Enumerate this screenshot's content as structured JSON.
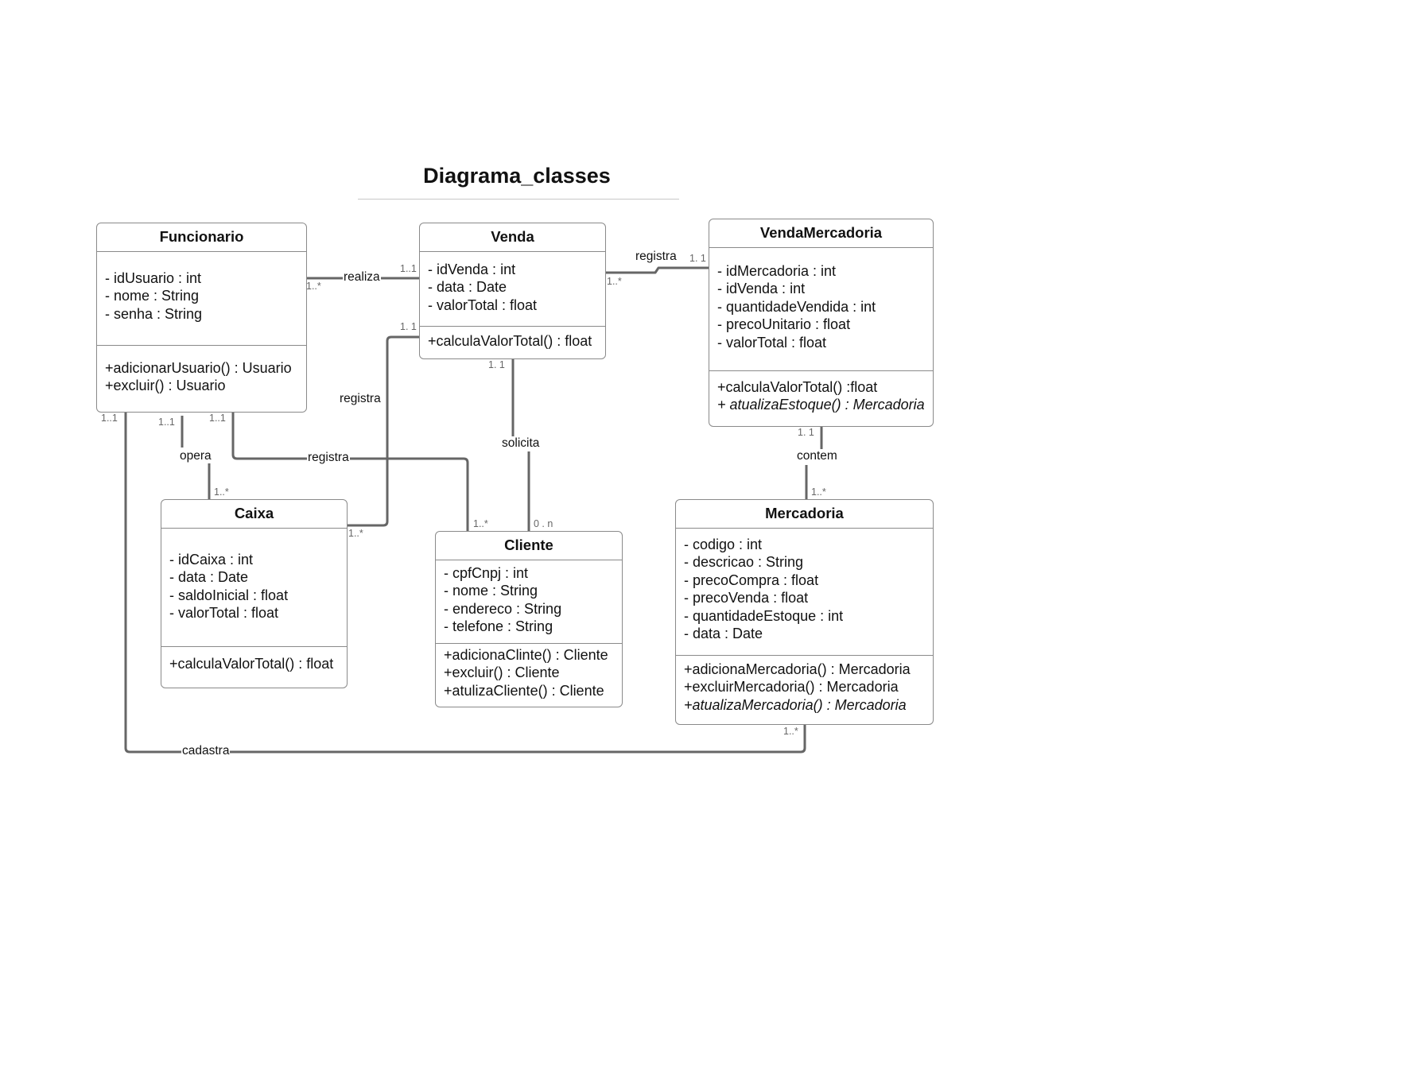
{
  "diagram": {
    "title": "Diagrama_classes",
    "classes": {
      "funcionario": {
        "name": "Funcionario",
        "attributes": [
          "- idUsuario : int",
          "- nome  : String",
          "- senha : String"
        ],
        "operations": [
          "+adicionarUsuario() : Usuario",
          "+excluir() : Usuario"
        ]
      },
      "venda": {
        "name": "Venda",
        "attributes": [
          "- idVenda : int",
          "- data : Date",
          "- valorTotal : float"
        ],
        "operations": [
          "+calculaValorTotal() : float"
        ]
      },
      "vendamercadoria": {
        "name": "VendaMercadoria",
        "attributes": [
          "- idMercadoria : int",
          "- idVenda : int",
          "- quantidadeVendida :  int",
          "- precoUnitario :  float",
          "- valorTotal : float"
        ],
        "operations": [
          "+calculaValorTotal() :float",
          "+ atualizaEstoque() : Mercadoria"
        ]
      },
      "caixa": {
        "name": "Caixa",
        "attributes": [
          "- idCaixa : int",
          "- data : Date",
          "- saldoInicial : float",
          "- valorTotal : float"
        ],
        "operations": [
          "+calculaValorTotal() : float"
        ]
      },
      "cliente": {
        "name": "Cliente",
        "attributes": [
          "- cpfCnpj :  int",
          "- nome :  String",
          "- endereco :  String",
          "- telefone : String"
        ],
        "operations": [
          "+adicionaClinte() : Cliente",
          "+excluir() : Cliente",
          "+atulizaCliente() : Cliente"
        ]
      },
      "mercadoria": {
        "name": "Mercadoria",
        "attributes": [
          "- codigo : int",
          "- descricao : String",
          "- precoCompra : float",
          "- precoVenda : float",
          "- quantidadeEstoque : int",
          "- data : Date"
        ],
        "operations": [
          "+adicionaMercadoria() : Mercadoria",
          "+excluirMercadoria() : Mercadoria",
          "+atualizaMercadoria() : Mercadoria"
        ]
      }
    },
    "relations": {
      "realiza": {
        "label": "realiza",
        "from_mult": "1..*",
        "to_mult": "1..1"
      },
      "registra_venda_vm": {
        "label": "registra",
        "from_mult": "1..*",
        "to_mult": "1. 1"
      },
      "registra_caixa_venda": {
        "label": "registra",
        "from_mult": "1..*",
        "to_mult": "1. 1"
      },
      "solicita": {
        "label": "solicita",
        "from_mult": "1. 1",
        "to_mult": "0 . n"
      },
      "contem": {
        "label": "contem",
        "from_mult": "1. 1",
        "to_mult": "1..*"
      },
      "opera": {
        "label": "opera",
        "from_mult": "1..1",
        "to_mult": "1..*"
      },
      "registra_func_cliente": {
        "label": "registra",
        "from_mult": "1..1",
        "to_mult": "1..*"
      },
      "cadastra": {
        "label": "cadastra",
        "from_mult": "1..1",
        "to_mult": "1..*"
      }
    },
    "colors": {
      "line": "#666666",
      "border": "#8a8a8a",
      "multiplicity": "#666666"
    }
  }
}
